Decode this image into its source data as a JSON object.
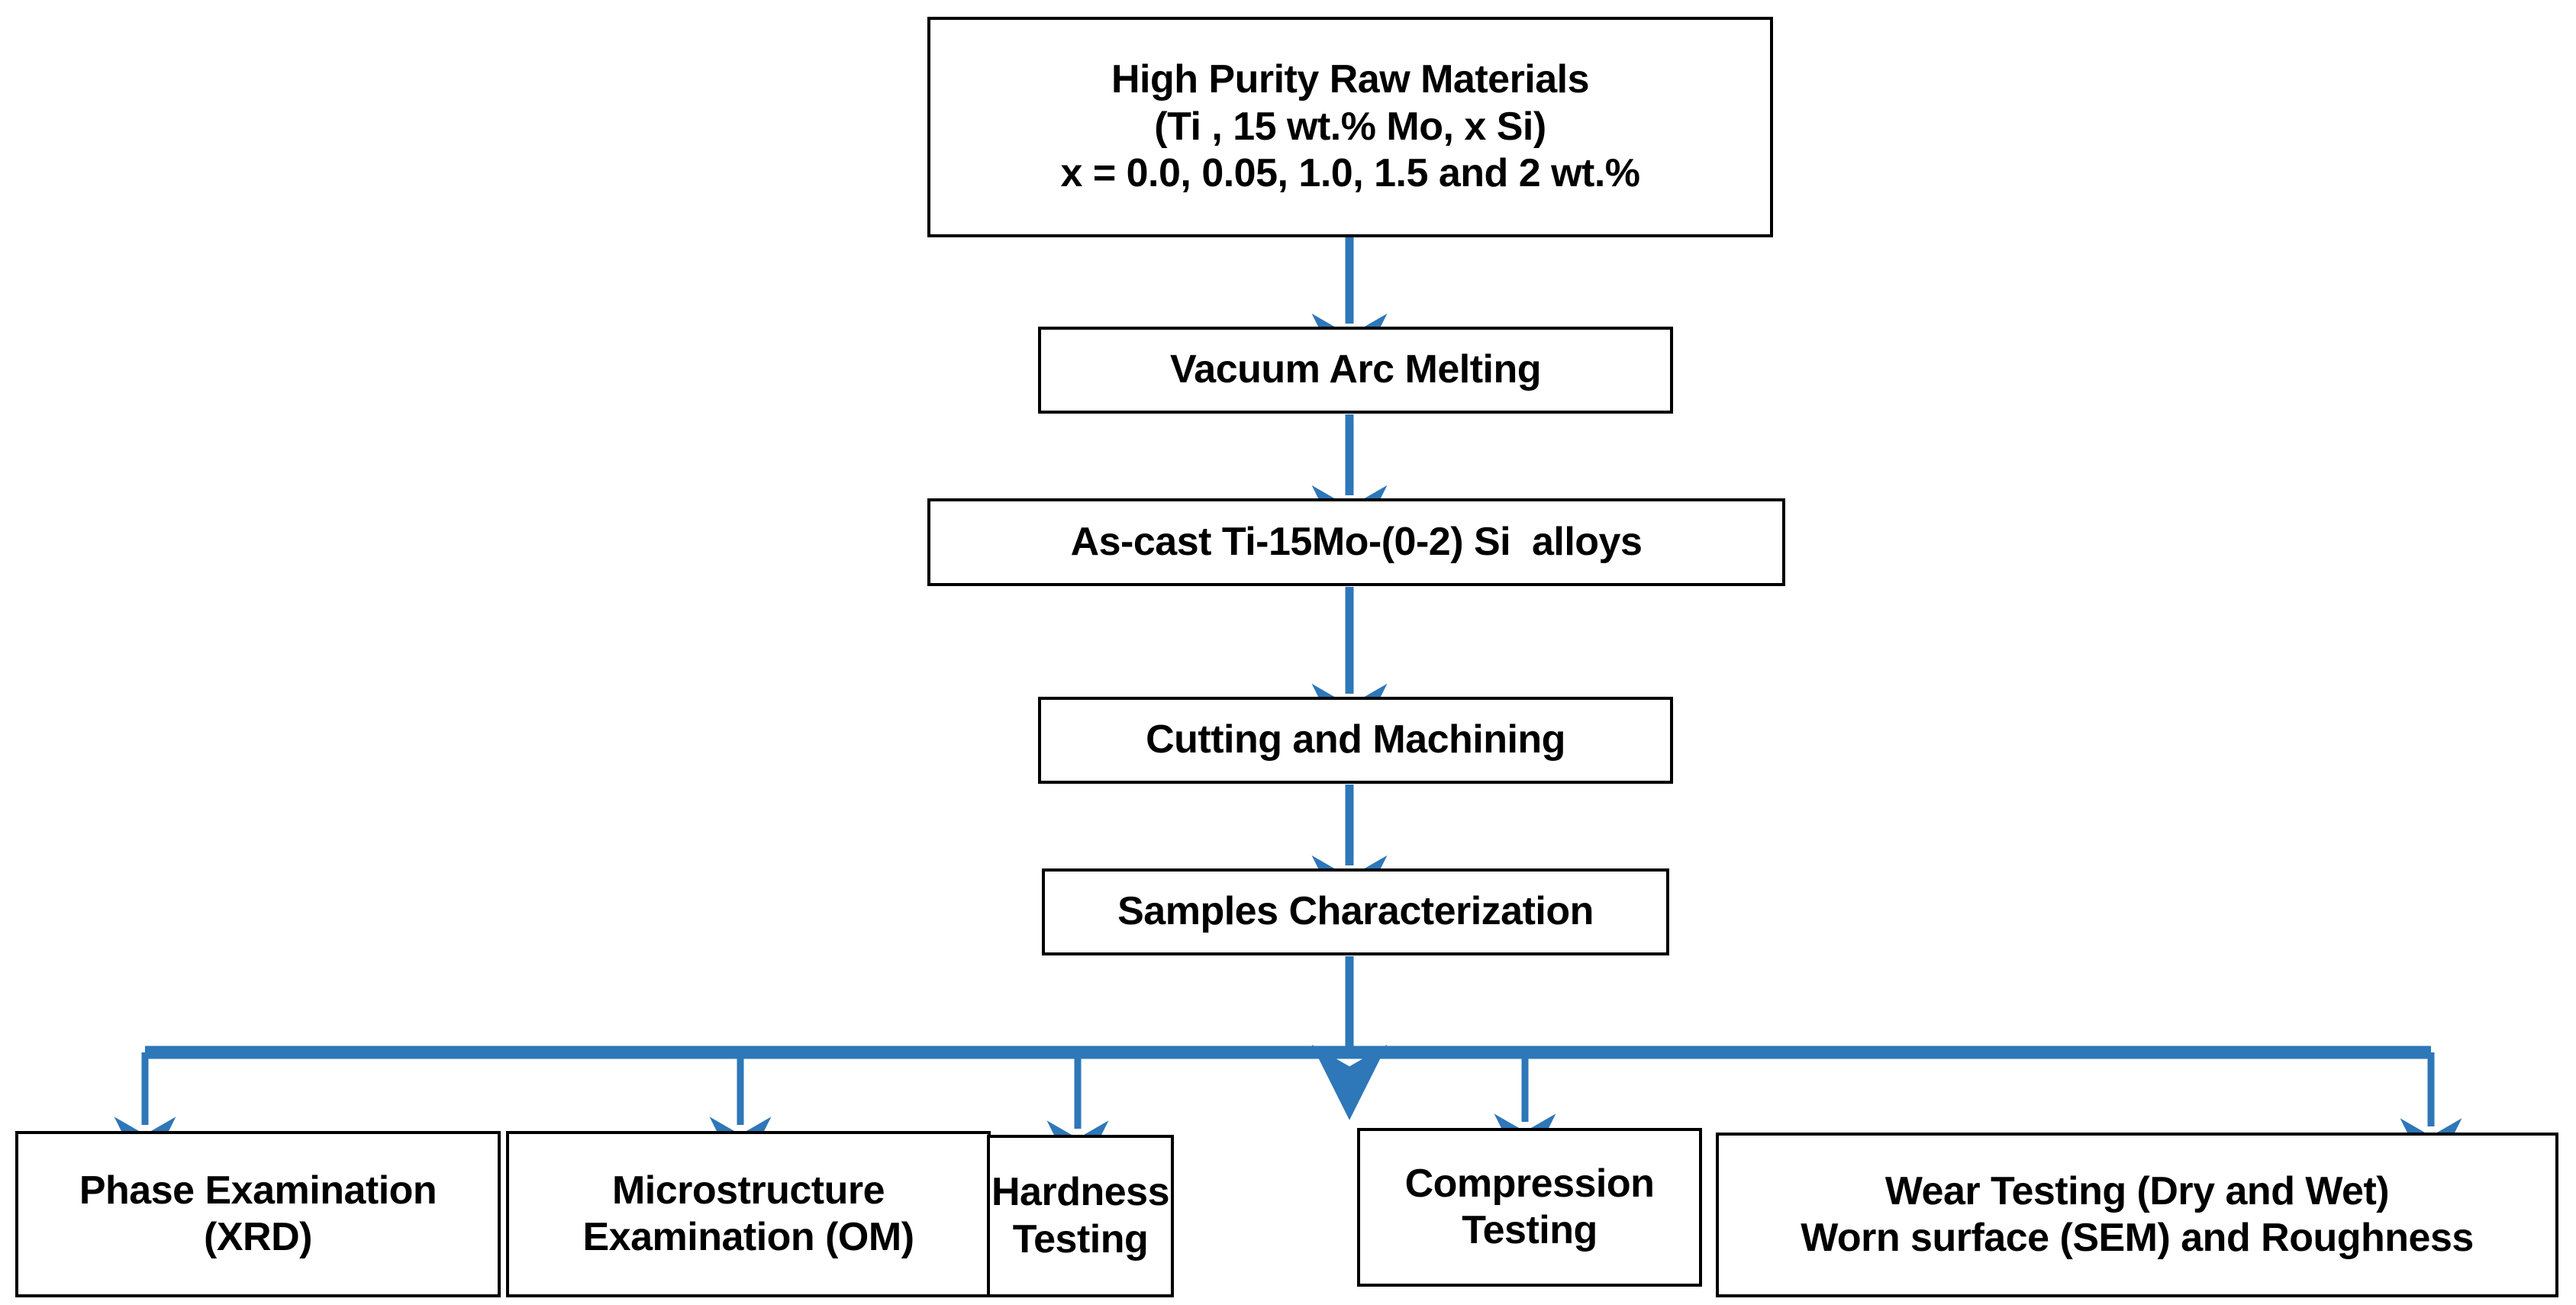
{
  "diagram": {
    "title": "Experimental Procedure Flowchart",
    "type": "flowchart",
    "accent_color": "#2E77B8",
    "box_border_color": "#000000",
    "box_fill_color": "#FFFFFF",
    "text_color": "#000000"
  },
  "nodes": {
    "raw_materials": {
      "id": "raw-materials",
      "lines": [
        "High Purity Raw Materials",
        "(Ti , 15 wt.% Mo, x Si)",
        "x = 0.0, 0.05, 1.0, 1.5 and 2 wt.%"
      ]
    },
    "vacuum_arc_melting": {
      "id": "vacuum-arc-melting",
      "lines": [
        "Vacuum Arc Melting"
      ]
    },
    "as_cast_alloys": {
      "id": "as-cast-alloys",
      "lines": [
        "As-cast Ti-15Mo-(0-2) Si  alloys"
      ]
    },
    "cutting_machining": {
      "id": "cutting-and-machining",
      "lines": [
        "Cutting and Machining"
      ]
    },
    "samples_characterization": {
      "id": "samples-characterization",
      "lines": [
        "Samples Characterization"
      ]
    },
    "phase_examination": {
      "id": "phase-examination-xrd",
      "lines": [
        "Phase Examination",
        "(XRD)"
      ]
    },
    "microstructure_examination": {
      "id": "microstructure-examination-om",
      "lines": [
        "Microstructure",
        "Examination (OM)"
      ]
    },
    "hardness_testing": {
      "id": "hardness-testing",
      "lines": [
        "Hardness",
        "Testing"
      ]
    },
    "compression_testing": {
      "id": "compression-testing",
      "lines": [
        "Compression",
        "Testing"
      ]
    },
    "wear_testing": {
      "id": "wear-testing",
      "lines": [
        "Wear Testing (Dry and Wet)",
        "Worn surface (SEM) and Roughness"
      ]
    }
  },
  "connectors": [
    {
      "name": "arrow-raw-to-melting",
      "icon": "down-arrow-icon",
      "from": "raw_materials",
      "to": "vacuum_arc_melting"
    },
    {
      "name": "arrow-melting-to-ascast",
      "icon": "down-arrow-icon",
      "from": "vacuum_arc_melting",
      "to": "as_cast_alloys"
    },
    {
      "name": "arrow-ascast-to-cutting",
      "icon": "down-arrow-icon",
      "from": "as_cast_alloys",
      "to": "cutting_machining"
    },
    {
      "name": "arrow-cutting-to-charact",
      "icon": "down-arrow-icon",
      "from": "cutting_machining",
      "to": "samples_characterization"
    },
    {
      "name": "arrow-charact-to-bus",
      "icon": "down-arrow-icon",
      "from": "samples_characterization",
      "to": "branch_bus"
    },
    {
      "name": "arrow-bus-to-xrd",
      "icon": "down-arrow-icon",
      "from": "branch_bus",
      "to": "phase_examination"
    },
    {
      "name": "arrow-bus-to-om",
      "icon": "down-arrow-icon",
      "from": "branch_bus",
      "to": "microstructure_examination"
    },
    {
      "name": "arrow-bus-to-hardness",
      "icon": "down-arrow-icon",
      "from": "branch_bus",
      "to": "hardness_testing"
    },
    {
      "name": "arrow-bus-to-compression",
      "icon": "down-arrow-icon",
      "from": "branch_bus",
      "to": "compression_testing"
    },
    {
      "name": "arrow-bus-to-wear",
      "icon": "down-arrow-icon",
      "from": "branch_bus",
      "to": "wear_testing"
    }
  ]
}
